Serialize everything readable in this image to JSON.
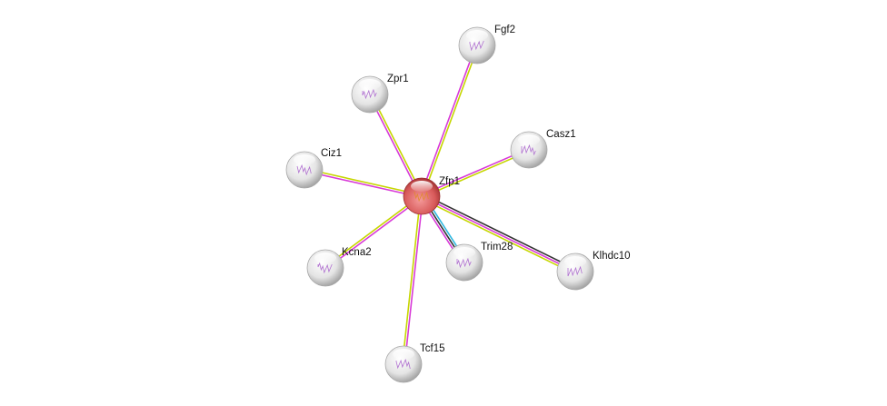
{
  "network": {
    "center": "Zfp1",
    "nodes": [
      {
        "id": "Zfp1",
        "label": "Zfp1",
        "query": true
      },
      {
        "id": "Fgf2",
        "label": "Fgf2"
      },
      {
        "id": "Zpr1",
        "label": "Zpr1"
      },
      {
        "id": "Casz1",
        "label": "Casz1"
      },
      {
        "id": "Ciz1",
        "label": "Ciz1"
      },
      {
        "id": "Kcna2",
        "label": "Kcna2"
      },
      {
        "id": "Trim28",
        "label": "Trim28"
      },
      {
        "id": "Klhdc10",
        "label": "Klhdc10"
      },
      {
        "id": "Tcf15",
        "label": "Tcf15"
      }
    ],
    "edges": [
      {
        "from": "Zfp1",
        "to": "Fgf2",
        "evidence": [
          "textmining",
          "coexpression"
        ]
      },
      {
        "from": "Zfp1",
        "to": "Zpr1",
        "evidence": [
          "textmining",
          "coexpression"
        ]
      },
      {
        "from": "Zfp1",
        "to": "Casz1",
        "evidence": [
          "textmining",
          "coexpression"
        ]
      },
      {
        "from": "Zfp1",
        "to": "Ciz1",
        "evidence": [
          "textmining",
          "coexpression"
        ]
      },
      {
        "from": "Zfp1",
        "to": "Kcna2",
        "evidence": [
          "textmining",
          "coexpression"
        ]
      },
      {
        "from": "Zfp1",
        "to": "Trim28",
        "evidence": [
          "database",
          "coexpression",
          "experiments"
        ]
      },
      {
        "from": "Zfp1",
        "to": "Klhdc10",
        "evidence": [
          "coexpression",
          "experiments",
          "textmining"
        ]
      },
      {
        "from": "Zfp1",
        "to": "Tcf15",
        "evidence": [
          "textmining",
          "coexpression"
        ]
      }
    ],
    "evidence_colors": {
      "textmining": "#c6d600",
      "coexpression": "#333333",
      "experiments": "#d83ad8",
      "database": "#30b8e0"
    },
    "edge_color_override": {
      "magenta": "#d83ad8",
      "yellow": "#c6d600"
    },
    "query_color": "#e05050",
    "node_color": "#d8d8d8"
  }
}
